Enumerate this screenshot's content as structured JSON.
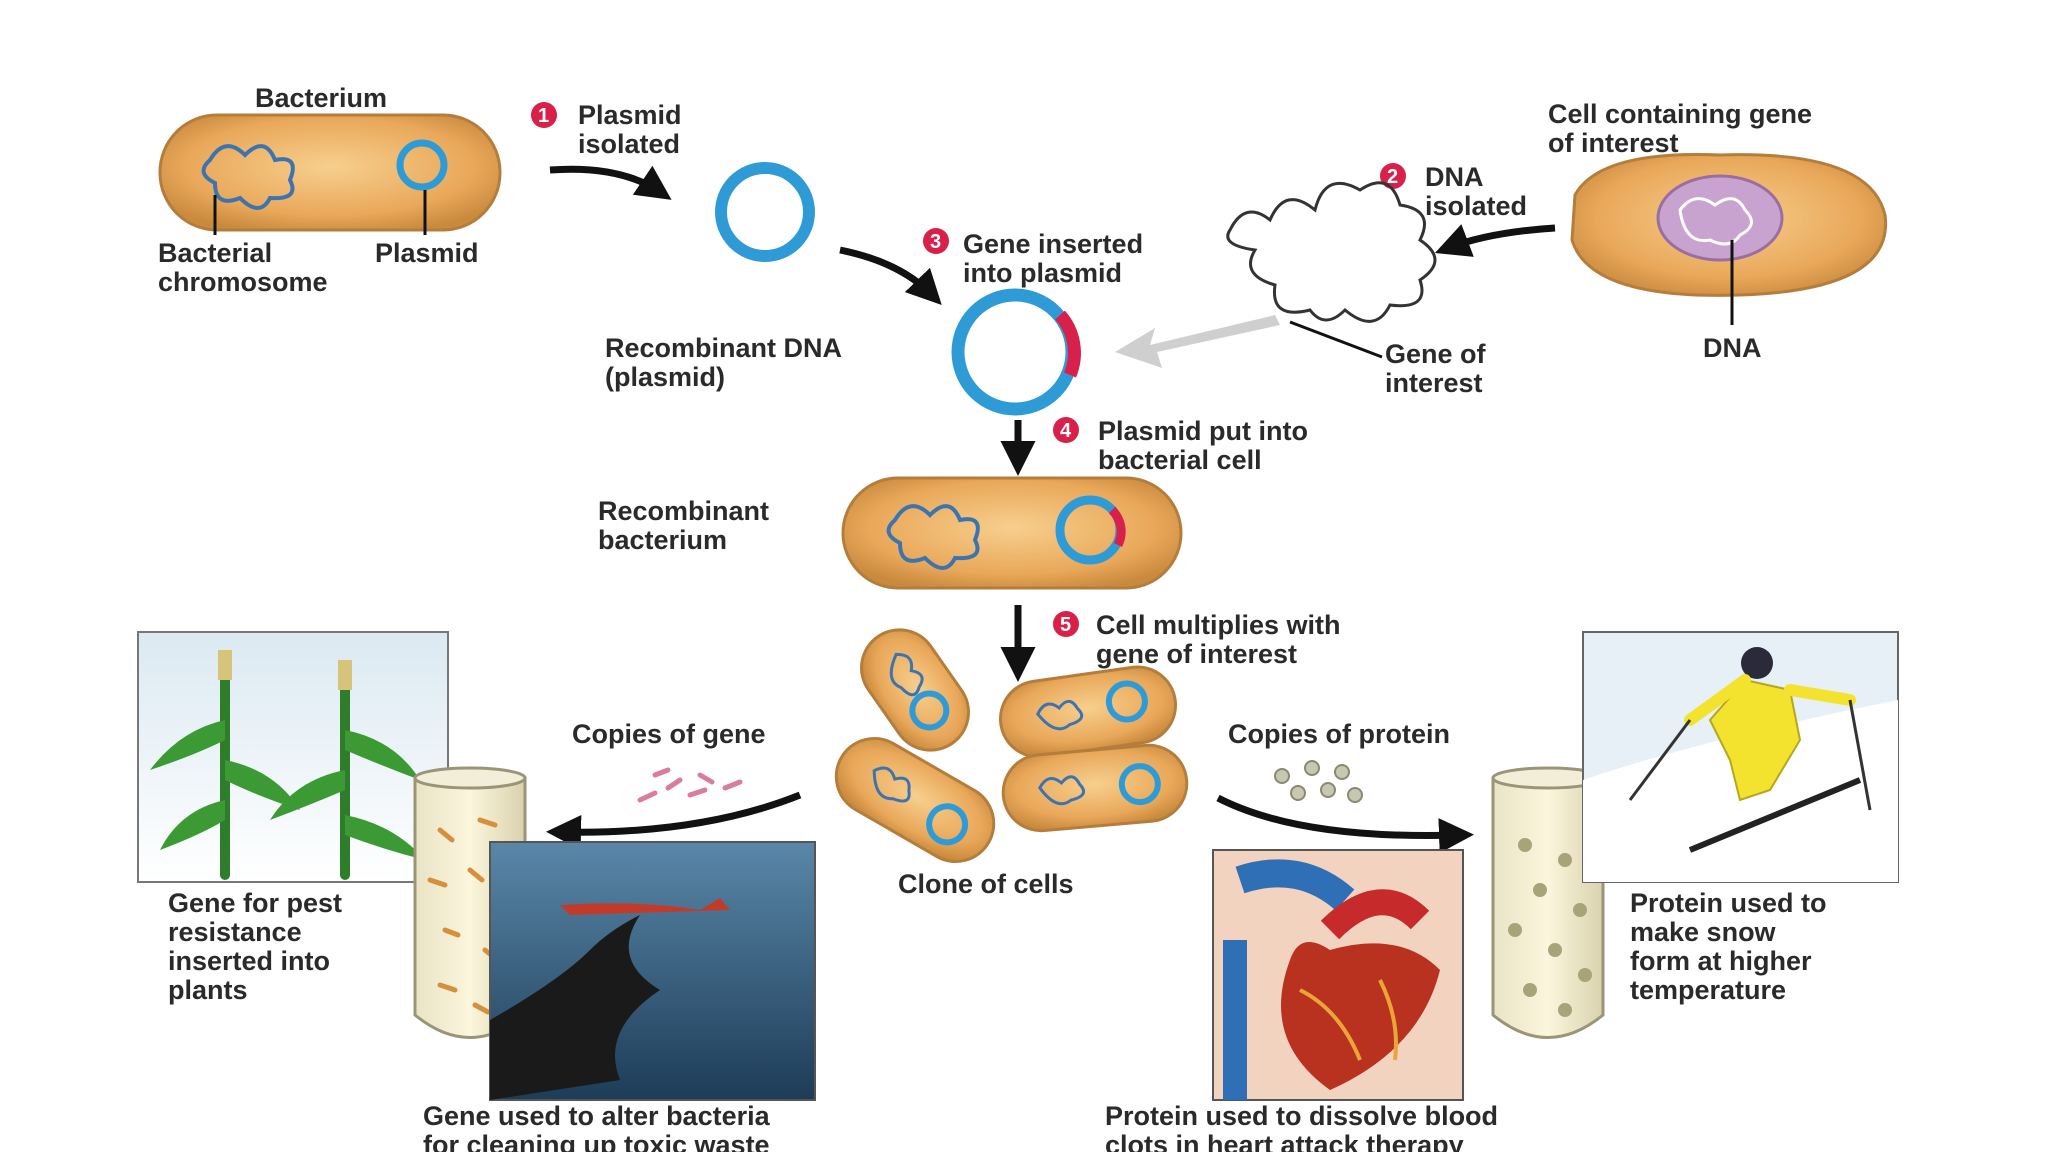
{
  "steps": [
    {
      "num": "1",
      "lines": [
        "Plasmid",
        "isolated"
      ]
    },
    {
      "num": "2",
      "lines": [
        "DNA",
        "isolated"
      ]
    },
    {
      "num": "3",
      "lines": [
        "Gene inserted",
        "into plasmid"
      ]
    },
    {
      "num": "4",
      "lines": [
        "Plasmid put into",
        "bacterial cell"
      ]
    },
    {
      "num": "5",
      "lines": [
        "Cell multiplies with",
        "gene of interest"
      ]
    }
  ],
  "labels": {
    "bacterium": "Bacterium",
    "bacterial_chromosome": [
      "Bacterial",
      "chromosome"
    ],
    "plasmid": "Plasmid",
    "cell_containing_gene": [
      "Cell containing gene",
      "of interest"
    ],
    "dna": "DNA",
    "gene_of_interest": [
      "Gene of",
      "interest"
    ],
    "recombinant_dna": [
      "Recombinant DNA",
      "(plasmid)"
    ],
    "recombinant_bacterium": [
      "Recombinant",
      "bacterium"
    ],
    "copies_of_gene": "Copies of gene",
    "copies_of_protein": "Copies of protein",
    "clone_of_cells": "Clone of cells",
    "pest_resistance": [
      "Gene for pest",
      "resistance",
      "inserted into",
      "plants"
    ],
    "toxic_waste": [
      "Gene used to alter bacteria",
      "for cleaning up toxic waste"
    ],
    "blood_clots": [
      "Protein used to dissolve blood",
      "clots in heart attack therapy"
    ],
    "snow": [
      "Protein used to",
      "make snow",
      "form at higher",
      "temperature"
    ]
  },
  "colors": {
    "cell_fill": "#e8a85c",
    "plasmid_blue": "#2f9bd6",
    "gene_red": "#d9204a",
    "step_badge": "#d9204a",
    "arrow": "#111111"
  }
}
